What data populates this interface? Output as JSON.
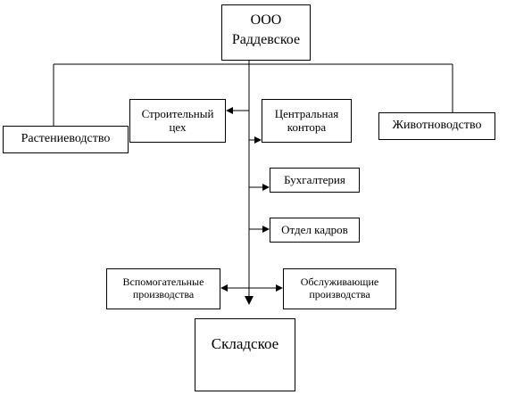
{
  "nodes": {
    "root": "ООО\nРаддевское",
    "plant": "Растениеводство",
    "construction": "Строительный\nцех",
    "central_office": "Центральная\nконтора",
    "livestock": "Животноводство",
    "accounting": "Бухгалтерия",
    "hr": "Отдел кадров",
    "auxiliary": "Вспомогательные\nпроизводства",
    "service": "Обслуживающие\nпроизводства",
    "storage": "Складское"
  }
}
